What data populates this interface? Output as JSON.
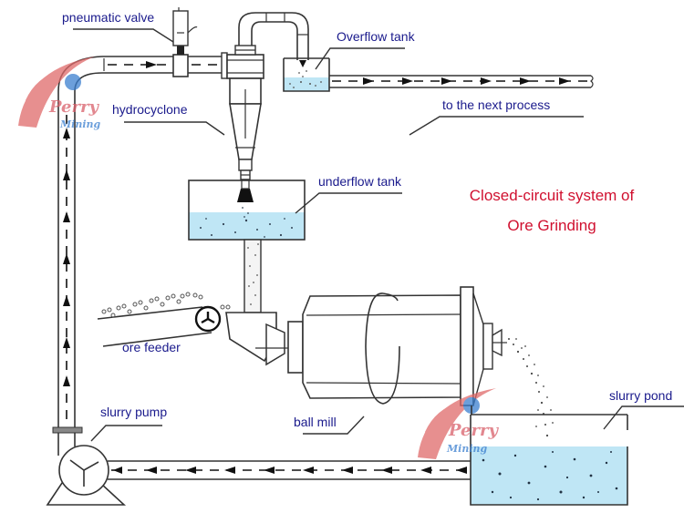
{
  "diagram": {
    "title_line1": "Closed-circuit system of",
    "title_line2": "Ore Grinding",
    "labels": {
      "pneumatic_valve": "pneumatic valve",
      "overflow_tank": "Overflow tank",
      "hydrocyclone": "hydrocyclone",
      "next_process": "to the next process",
      "underflow_tank": "underflow tank",
      "ore_feeder": "ore feeder",
      "ball_mill": "ball mill",
      "slurry_pump": "slurry pump",
      "slurry_pond": "slurry pond"
    },
    "watermark": {
      "brand_line1": "Perry",
      "brand_line2": "Mining"
    },
    "colors": {
      "label": "#1a1a8c",
      "title": "#d0102f",
      "water": "#bfe6f5",
      "watermark_arc": "#e06a6a",
      "watermark_dot": "#3b7fcf"
    },
    "flows": [
      {
        "from": "slurry pump",
        "to": "hydrocyclone",
        "via": "pneumatic valve"
      },
      {
        "from": "hydrocyclone",
        "to": "overflow tank"
      },
      {
        "from": "overflow tank",
        "to": "next process"
      },
      {
        "from": "hydrocyclone",
        "to": "underflow tank"
      },
      {
        "from": "underflow tank",
        "to": "ball mill"
      },
      {
        "from": "ore feeder",
        "to": "ball mill"
      },
      {
        "from": "ball mill",
        "to": "slurry pond"
      },
      {
        "from": "slurry pond",
        "to": "slurry pump"
      }
    ]
  }
}
